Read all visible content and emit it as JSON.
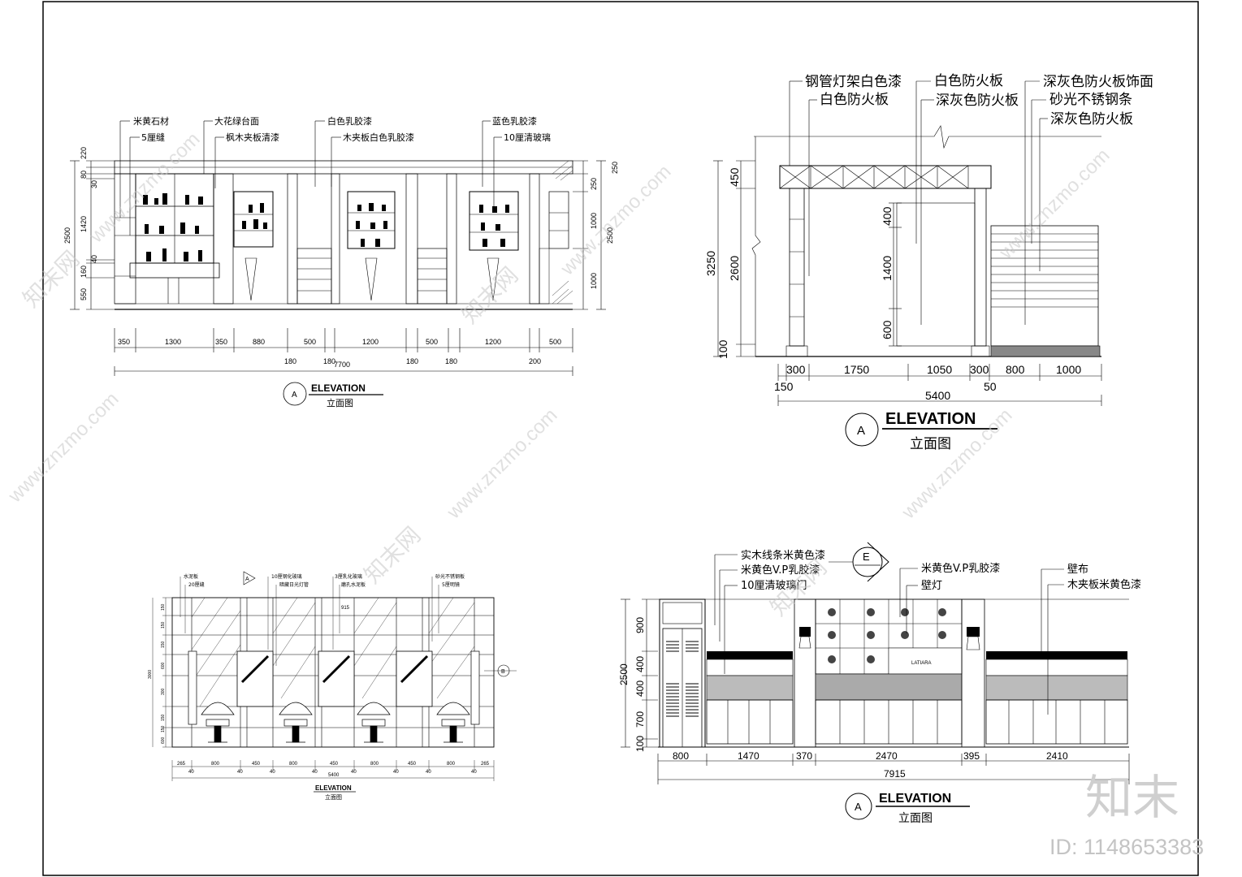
{
  "panel1": {
    "labels": [
      "米黄石材",
      "5厘缝",
      "大花绿台面",
      "枫木夹板清漆",
      "白色乳胶漆",
      "木夹板白色乳胶漆",
      "蓝色乳胶漆",
      "10厘清玻璃"
    ],
    "left_dims": [
      "220",
      "80",
      "30",
      "1420",
      "40",
      "160",
      "550"
    ],
    "left_total": "2500",
    "right_dims": [
      "250",
      "250",
      "1000",
      "1000"
    ],
    "right_total": "2500",
    "bottom_dims": [
      "350",
      "1300",
      "350",
      "880",
      "500",
      "1200",
      "500",
      "1200",
      "500"
    ],
    "bottom_dims2": [
      "180",
      "180",
      "180",
      "180",
      "200"
    ],
    "total": "7700",
    "title": "ELEVATION",
    "subtitle": "立面图",
    "marker": "A"
  },
  "panel2": {
    "labels": [
      "钢管灯架白色漆",
      "白色防火板",
      "白色防火板",
      "深灰色防火板",
      "深灰色防火板饰面",
      "砂光不锈钢条",
      "深灰色防火板"
    ],
    "left_dims": [
      "450",
      "2600",
      "100"
    ],
    "left_total": "3250",
    "inner_dims": [
      "400",
      "1400",
      "600"
    ],
    "bottom_dims": [
      "300",
      "1750",
      "1050",
      "300",
      "800",
      "1000"
    ],
    "bottom_dims2": [
      "150",
      "50"
    ],
    "total": "5400",
    "title": "ELEVATION",
    "subtitle": "立面图",
    "marker": "A"
  },
  "panel3": {
    "labels": [
      "水泥板",
      "20厘缝",
      "10厘钢化玻璃",
      "暗藏日光灯管",
      "3厘乳化玻璃",
      "磨孔水泥板",
      "砂光不锈钢板",
      "5厘明镜"
    ],
    "left_dims": [
      "150",
      "150",
      "150",
      "600",
      "300",
      "150",
      "150",
      "600"
    ],
    "left_total": "3000",
    "section_marks": [
      "A",
      "B",
      "915"
    ],
    "bottom_dims": [
      "265",
      "800",
      "450",
      "800",
      "450",
      "800",
      "450",
      "800",
      "265"
    ],
    "bottom_dims2": [
      "40",
      "40",
      "40",
      "40",
      "40",
      "40",
      "40",
      "40"
    ],
    "total": "5400",
    "title": "ELEVATION",
    "subtitle": "立面图"
  },
  "panel4": {
    "labels": [
      "实木线条米黄色漆",
      "米黄色V.P乳胶漆",
      "10厘清玻璃门",
      "米黄色V.P乳胶漆",
      "壁灯",
      "壁布",
      "木夹板米黄色漆"
    ],
    "marker_e": "E",
    "brand": "LATIARA",
    "left_dims": [
      "900",
      "400",
      "400",
      "700",
      "100"
    ],
    "left_total": "2500",
    "bottom_dims": [
      "800",
      "1470",
      "370",
      "2470",
      "395",
      "2410"
    ],
    "total": "7915",
    "title": "ELEVATION",
    "subtitle": "立面图",
    "marker": "A"
  },
  "watermark": {
    "url": "www.znzmo.com",
    "brand": "知末网",
    "logo": "知末",
    "id": "ID: 1148653383"
  }
}
